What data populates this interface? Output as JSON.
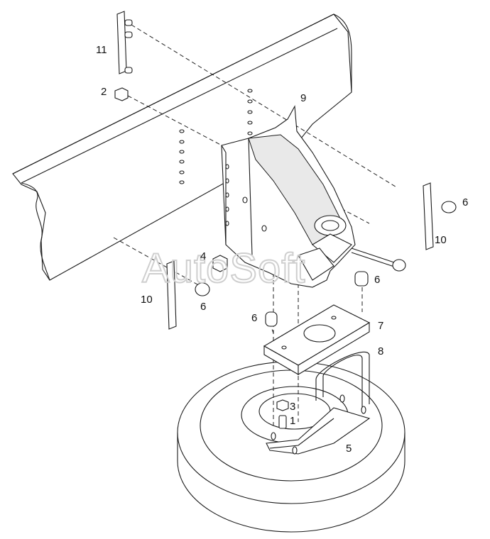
{
  "watermark": "AutoSoft",
  "labels": {
    "p1": "1",
    "p2": "2",
    "p3": "3",
    "p4": "4",
    "p5": "5",
    "p6a": "6",
    "p6b": "6",
    "p6c": "6",
    "p6d": "6",
    "p7": "7",
    "p8": "8",
    "p9": "9",
    "p10a": "10",
    "p10b": "10",
    "p11": "11"
  },
  "colors": {
    "line": "#1a1a1a",
    "background": "#ffffff",
    "watermark": "#cfcfcf"
  }
}
